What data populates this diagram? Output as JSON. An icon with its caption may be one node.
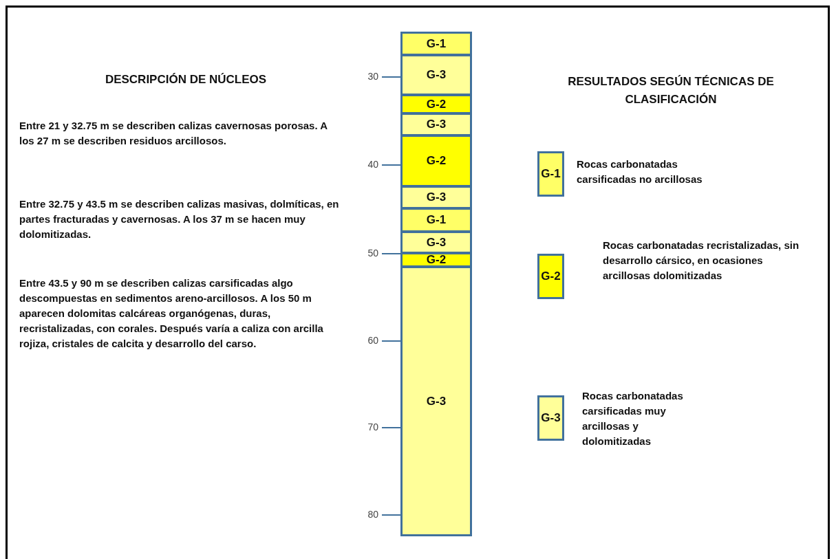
{
  "diagram": {
    "nodes": [
      {
        "text": [
          "G-1"
        ]
      },
      {
        "text": [
          "G-3"
        ]
      },
      {
        "text": [
          "G-2"
        ]
      },
      {
        "text": [
          "G-3"
        ]
      },
      {
        "text": [
          "G-2"
        ]
      },
      {
        "text": [
          "G-3"
        ]
      },
      {
        "text": [
          "G-1"
        ]
      },
      {
        "text": [
          "G-3"
        ]
      },
      {
        "text": [
          "G-2"
        ]
      },
      {
        "text": [
          "G-3"
        ]
      },
      {
        "text": [
          "G-1"
        ],
        "beside": [
          "Rocas carbonatadas carsificadas no arcillosas"
        ]
      },
      {
        "text": [
          "G-2"
        ],
        "beside": [
          "Rocas carbonatadas recristalizadas, sin desarrollo cársico, en ocasiones arcillosas dolomitizadas"
        ]
      },
      {
        "text": [
          "G-3"
        ],
        "beside": [
          "Rocas carbonatadas carsificadas muy arcillosas y dolomitizadas"
        ]
      }
    ],
    "labels": [
      "DESCRIPCIÓN DE NÚCLEOS",
      "RESULTADOS SEGÚN TÉCNICAS DE CLASIFICACIÓN",
      "Entre 21 y 32.75 m se describen calizas cavernosas porosas. A los 27 m se describen residuos arcillosos.",
      "Entre 32.75 y 43.5 m se describen calizas masivas, dolmíticas, en partes fracturadas y cavernosas. A los 37 m se hacen muy dolomitizadas.",
      "Entre 43.5 y 90 m se describen calizas carsificadas algo descompuestas en sedimentos areno-arcillosos.  A los 50 m aparecen dolomitas calcáreas organógenas,  duras, recristalizadas, con corales. Después varía a caliza con arcilla rojiza, cristales de calcita y desarrollo del carso.",
      "30",
      "40",
      "50",
      "60",
      "70",
      "80"
    ]
  }
}
